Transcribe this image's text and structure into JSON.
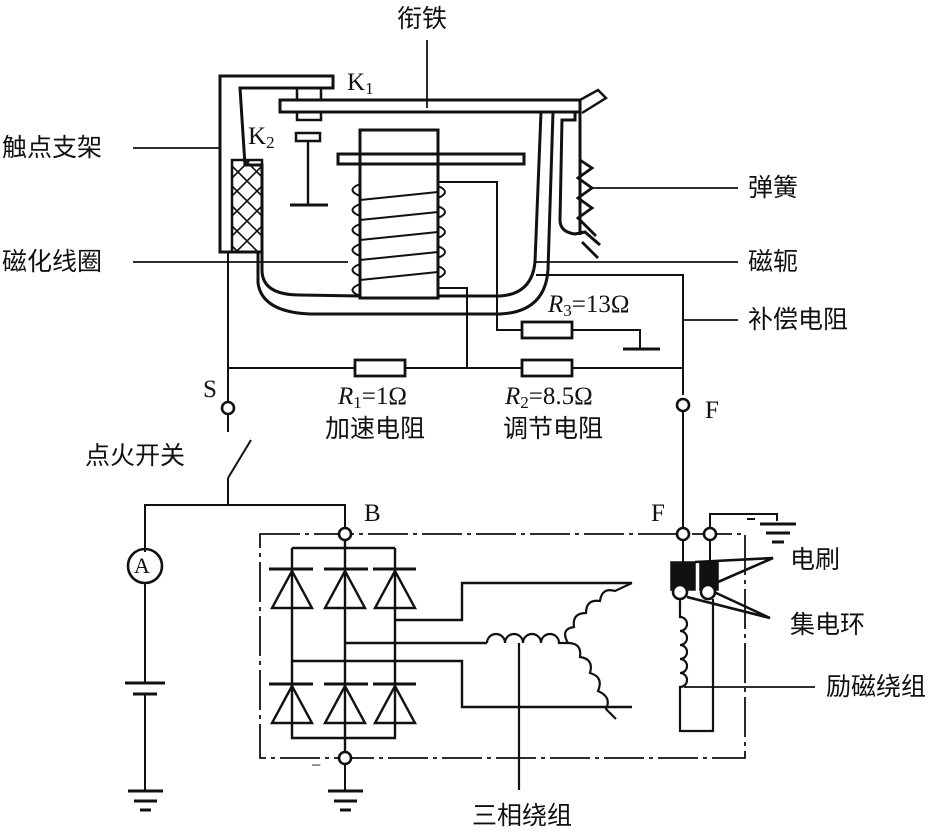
{
  "diagram": {
    "type": "circuit",
    "description": "Alternator with electromagnetic voltage regulator wiring",
    "ink_color": "#111111",
    "background": "#ffffff"
  },
  "labels": {
    "armature": "衔铁",
    "contact_bracket": "触点支架",
    "magnetizing_coil": "磁化线圈",
    "spring": "弹簧",
    "yoke": "磁轭",
    "compensation_resistor": "补偿电阻",
    "acceleration_resistor": "加速电阻",
    "regulating_resistor": "调节电阻",
    "ignition_switch": "点火开关",
    "brush": "电刷",
    "slip_ring": "集电环",
    "field_winding": "励磁绕组",
    "three_phase_winding": "三相绕组"
  },
  "contacts": {
    "k1": {
      "letter": "K",
      "sub": "1"
    },
    "k2": {
      "letter": "K",
      "sub": "2"
    }
  },
  "resistors": {
    "r1": {
      "letter": "R",
      "sub": "1",
      "value": "=1Ω"
    },
    "r2": {
      "letter": "R",
      "sub": "2",
      "value": "=8.5Ω"
    },
    "r3": {
      "letter": "R",
      "sub": "3",
      "value": "=13Ω"
    }
  },
  "terminals": {
    "s": "S",
    "f_regulator": "F",
    "b": "B",
    "f_alternator": "F",
    "negative": "−",
    "ground_negative": "−"
  },
  "ammeter": {
    "symbol": "A"
  }
}
